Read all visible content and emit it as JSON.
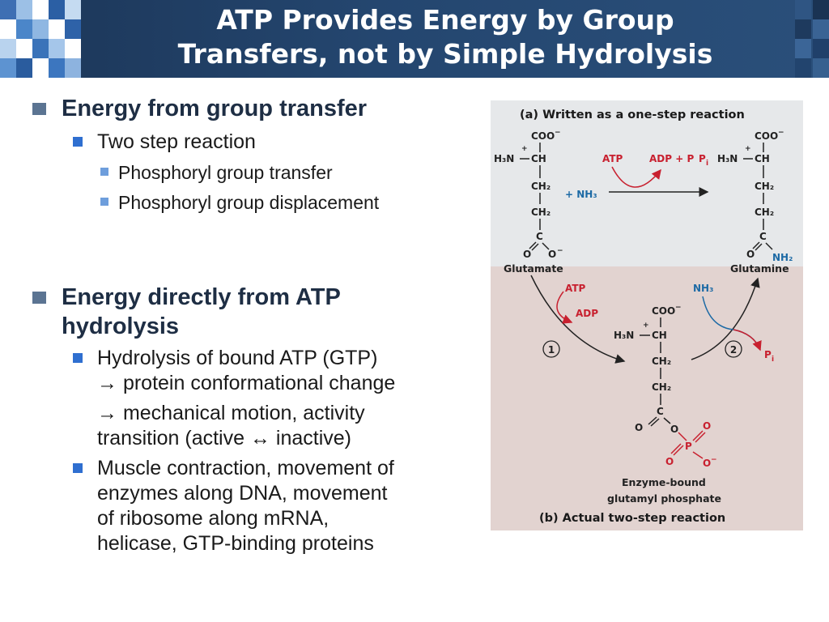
{
  "slide": {
    "title_line1": "ATP Provides Energy by Group",
    "title_line2": "Transfers, not by Simple Hydrolysis"
  },
  "bullets": {
    "group_transfer": {
      "heading": "Energy from group transfer",
      "sub": "Two step reaction",
      "items": [
        "Phosphoryl group transfer",
        "Phosphoryl group displacement"
      ]
    },
    "atp_hydrolysis": {
      "heading_line1": "Energy directly from ATP",
      "heading_line2": "hydrolysis",
      "item1_line1": "Hydrolysis of bound ATP (GTP)",
      "item1_line2": "→ protein conformational change",
      "item1_cont_line1": "→ mechanical motion, activity",
      "item1_cont_line2": "transition (active ↔ inactive)",
      "item2_lines": [
        "Muscle contraction, movement of",
        "enzymes along DNA, movement",
        "of ribosome along mRNA,",
        "helicase, GTP-binding proteins"
      ]
    }
  },
  "figure": {
    "panel_a_title": "(a) Written as a one-step reaction",
    "panel_b_title": "(b) Actual two-step reaction",
    "coo": "COO",
    "minus": "−",
    "h3n": "H₃N",
    "plus": "+",
    "ch": "CH",
    "ch2": "CH₂",
    "c": "C",
    "o": "O",
    "plus_nh3": "+ NH₃",
    "nh3": "NH₃",
    "nh2": "NH₂",
    "atp": "ATP",
    "adp": "ADP",
    "adp_pi": "ADP + P",
    "pi": "P",
    "i_sub": "i",
    "p": "P",
    "glutamate": "Glutamate",
    "glutamine": "Glutamine",
    "enzyme_bound_line1": "Enzyme-bound",
    "enzyme_bound_line2": "glutamyl phosphate",
    "step1": "1",
    "step2": "2"
  },
  "colors": {
    "header_bg": "#1f3b60",
    "panel_a_bg": "#e6e8ea",
    "panel_b_bg": "#e2d3d0",
    "reagent_red": "#c8202f",
    "reagent_blue": "#1d6aa5"
  }
}
